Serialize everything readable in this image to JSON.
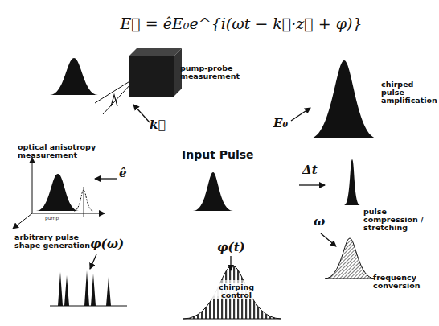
{
  "diagram": {
    "title": "E⃗ = êE₀e^{i(ωt − k⃗·z⃗ + φ)}",
    "labels": [
      "pump-probe measurement",
      "k⃗",
      "chirped pulse amplification",
      "E₀",
      "optical anisotropy measurement",
      "ê",
      "pump",
      "Input Pulse",
      "Δt",
      "pulse compression / stretching",
      "arbitrary pulse shape generation",
      "φ(ω)",
      "φ(t)",
      "ω",
      "frequency conversion",
      "chirping control"
    ]
  }
}
